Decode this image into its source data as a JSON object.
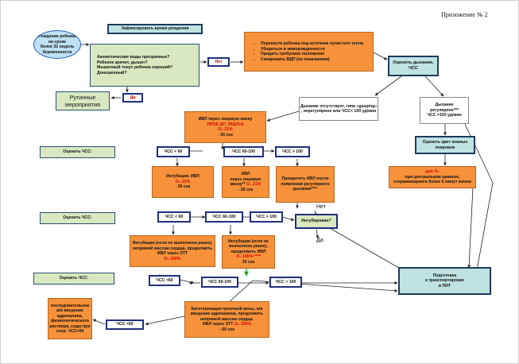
{
  "appendix": "Приложение № 2",
  "start": {
    "line1": "Рождение ребенка",
    "line2": "на сроке",
    "line3": "более 32 недель",
    "line4": "беременности"
  },
  "record_time": "Зафиксировать время рождения",
  "questions": [
    "Амниотические воды прозрачные?",
    "Ребенок кричит, дышит?",
    "Мышечный тонус ребенка хороший?",
    "Доношенный?"
  ],
  "no1": "Нет",
  "yes1": "Да",
  "routine": "Рутинные мероприятия",
  "steps": [
    "Перенести ребенка под источник лучистого тепла",
    "Убедиться в живорожденности",
    "Придать требуемое положение",
    "Санировать ВДП (по показаниям)"
  ],
  "assess_breath": "Оценить дыхание, ЧСС",
  "no_breath": "Дыхание отсутствует, типа «gasping» , нерегулярное или ЧСС< 100 уд/мин",
  "breath_ok": {
    "line1": "Дыхание",
    "line2": "регулярное***",
    "line3": "ЧСС >100 уд/мин"
  },
  "ivl_mask": {
    "line1": "ИВЛ через лицевую маску",
    "line2": "PIP25-30*, PEEP≥5",
    "o2": "O₂ 21%",
    "time": "- 30 сек"
  },
  "assess_skin": "Оценить цвет кожных покровов",
  "o2_supply": {
    "line1": "доп O₂",
    "line2": "при центральном цианозе, сохраняющемся более 5 минут жизни"
  },
  "assess_hr": "Оценить ЧСС:",
  "r1": {
    "lt60": "ЧСС < 60",
    "mid": "ЧСС 60-100",
    "gt100": "ЧСС > 100"
  },
  "b1_left": {
    "line1": "Интубация, ИВЛ",
    "o2": "O₂ 21%",
    "time": "- 30 сек"
  },
  "b1_mid": {
    "line1": "ИВЛ",
    "line2": "через лицевую маску**",
    "o2": "O₂ 21%",
    "time": "- 30 сек"
  },
  "b1_right": "Прекратить ИВЛ после появления регулярного дыхания****",
  "no2": "Нет",
  "intubated": "Интубирован?",
  "yes2": "Да",
  "r2": {
    "lt60": "ЧСС < 60",
    "mid": "ЧСС 60-100",
    "gt100": "ЧСС > 100"
  },
  "b2_left": {
    "line1": "Интубация (если не выполнена ранее), непрямой массаж сердца, продолжить ИВЛ через ЭТТ",
    "o2": "O₂ 100%"
  },
  "b2_mid": {
    "line1": "Интубация (если не выполнена ранее), продолжить ИВЛ",
    "o2": "O₂ 100% ****",
    "time": "30 сек"
  },
  "transport": {
    "line1": "Подготовка",
    "line2": "к транспортировке",
    "line3": "в ПИТ"
  },
  "r3": {
    "lt60": "ЧСС <60",
    "mid": "ЧСС 60-100",
    "gt100": "ЧСС > 100"
  },
  "b3_main": {
    "line1": "Катетеризация пупочной вены, в/в введение адреналина, продолжить непрямой массаж сердца.",
    "line2": "ИВЛ через ЭТТ",
    "o2": "O₂ 100%",
    "time": "- 60 сек"
  },
  "r3_back": "ЧСС <60",
  "b3_left": "последовательное в/в введение адреналина, физиологического раствора, соды при сохр. ЧСС<60",
  "colors": {
    "orange": "#f7923b",
    "green": "#d9e8c0",
    "teal": "#bfe3e1",
    "navy": "#1f2f80",
    "red": "#d00000"
  }
}
